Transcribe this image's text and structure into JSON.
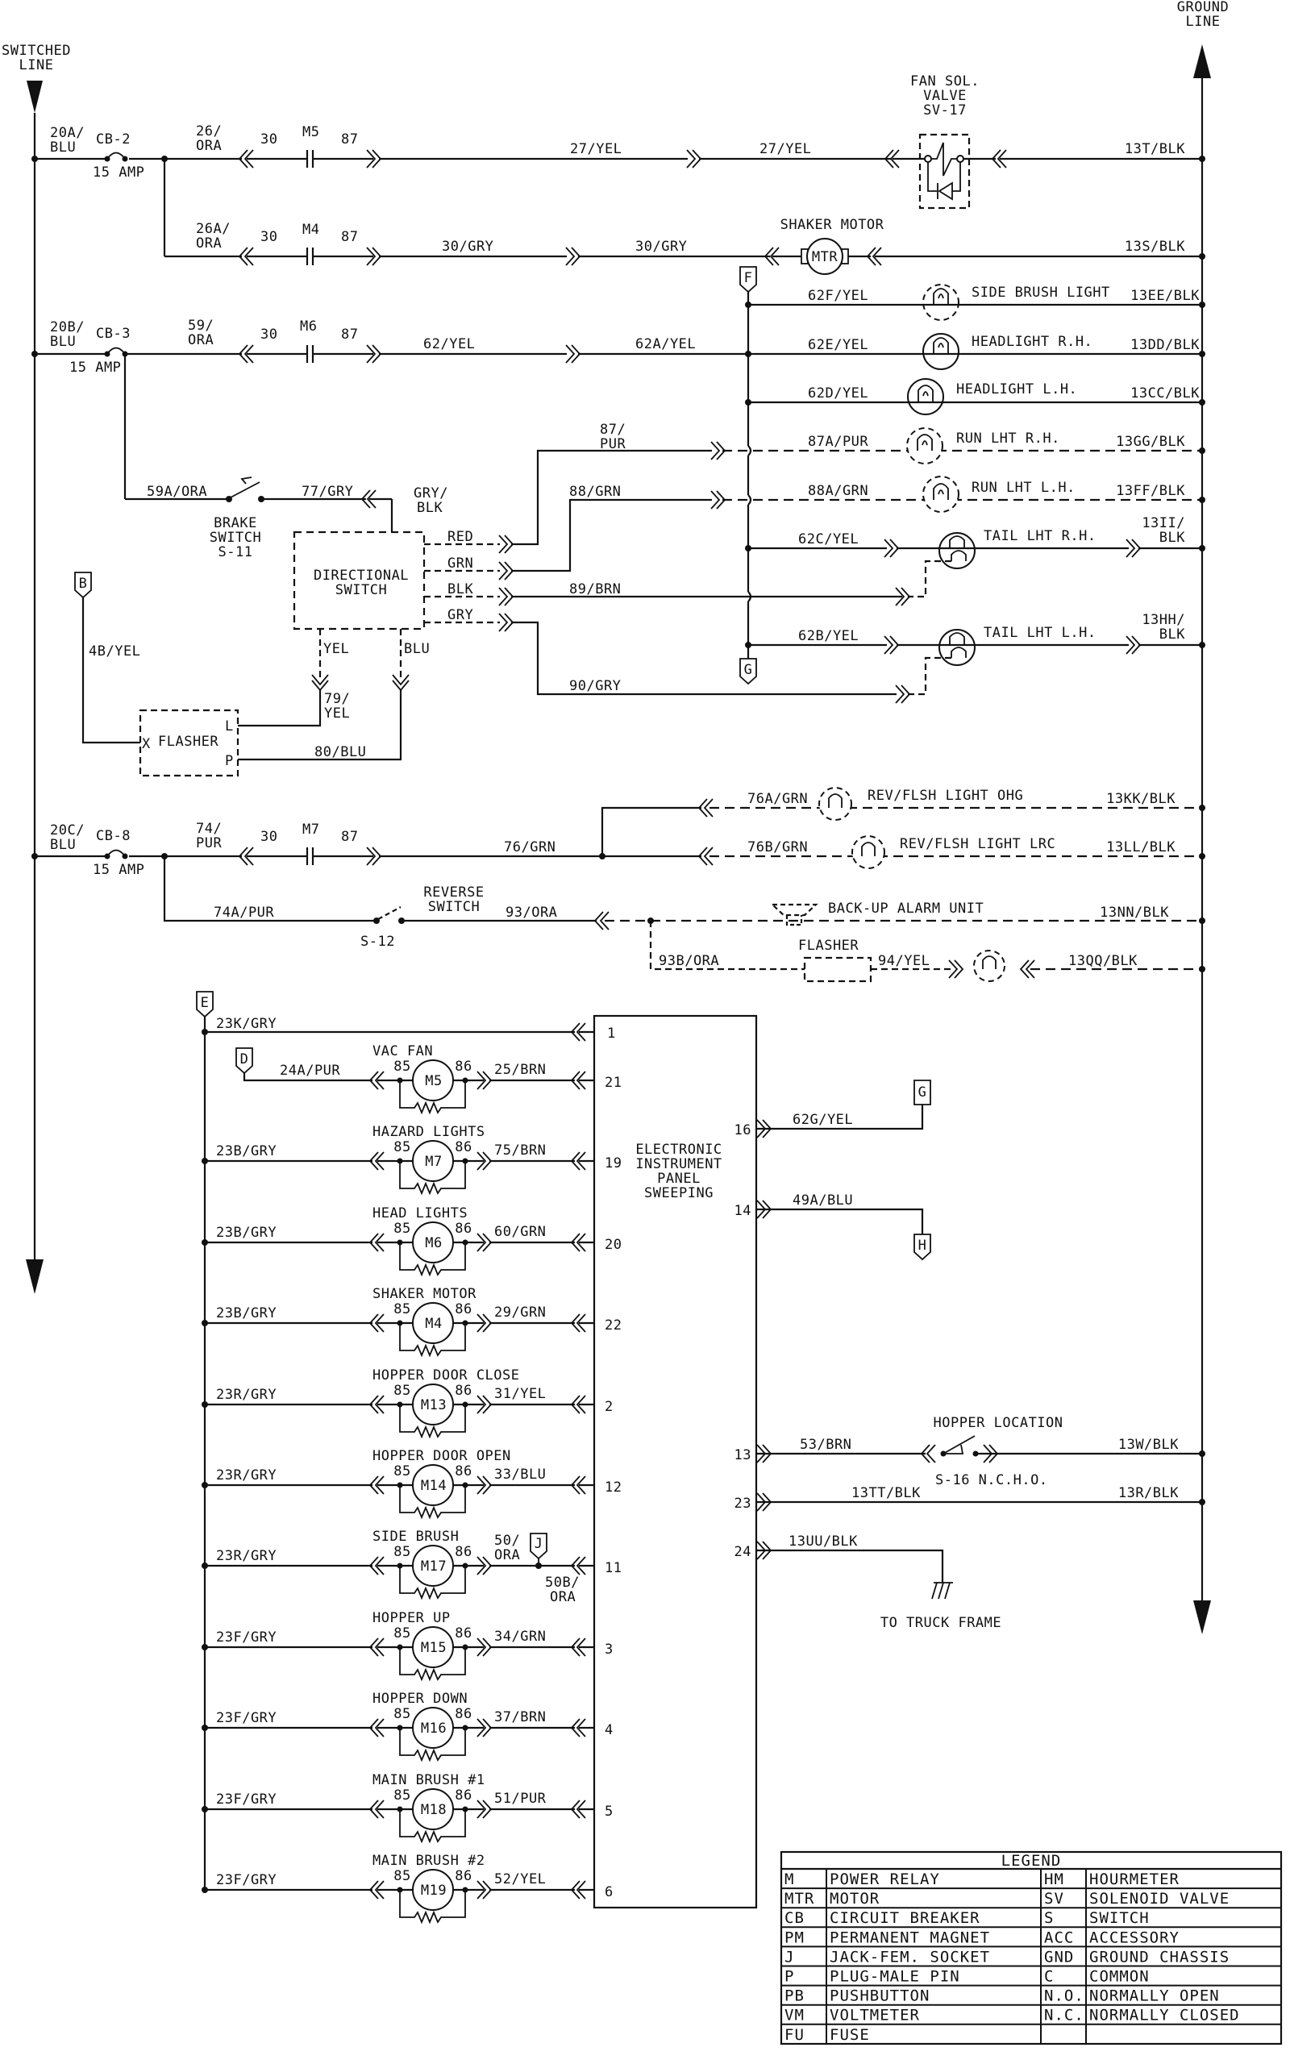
{
  "rails": {
    "switched_line": [
      "SWITCHED",
      "LINE"
    ],
    "ground_line": [
      "GROUND",
      "LINE"
    ]
  },
  "circuit_breakers": [
    {
      "id": "CB-2",
      "rating": "15 AMP",
      "wire_in": [
        "20A/",
        "BLU"
      ]
    },
    {
      "id": "CB-3",
      "rating": "15 AMP",
      "wire_in": [
        "20B/",
        "BLU"
      ]
    },
    {
      "id": "CB-8",
      "rating": "15 AMP",
      "wire_in": [
        "20C/",
        "BLU"
      ]
    }
  ],
  "relay_contacts": [
    {
      "relay": "M5",
      "pin_in": "30",
      "pin_out": "87",
      "wire_in": [
        "26/",
        "ORA"
      ]
    },
    {
      "relay": "M4",
      "pin_in": "30",
      "pin_out": "87",
      "wire_in": [
        "26A/",
        "ORA"
      ]
    },
    {
      "relay": "M6",
      "pin_in": "30",
      "pin_out": "87",
      "wire_in": [
        "59/",
        "ORA"
      ]
    },
    {
      "relay": "M7",
      "pin_in": "30",
      "pin_out": "87",
      "wire_in": [
        "74/",
        "PUR"
      ]
    }
  ],
  "upper": {
    "fan_valve": {
      "label": [
        "FAN SOL.",
        "VALVE",
        "SV-17"
      ],
      "wire_a": "27/YEL",
      "wire_b": "27/YEL",
      "ground": "13T/BLK"
    },
    "shaker_motor": {
      "label": "SHAKER MOTOR",
      "symbol": "MTR",
      "wire_a": "30/GRY",
      "wire_b": "30/GRY",
      "ground": "13S/BLK"
    },
    "wire_62": "62/YEL",
    "wire_62a": "62A/YEL",
    "lights": [
      {
        "wire": "62F/YEL",
        "label": "SIDE BRUSH LIGHT",
        "ground": "13EE/BLK"
      },
      {
        "wire": "62E/YEL",
        "label": "HEADLIGHT R.H.",
        "ground": "13DD/BLK"
      },
      {
        "wire": "62D/YEL",
        "label": "HEADLIGHT L.H.",
        "ground": "13CC/BLK"
      },
      {
        "wire": "87A/PUR",
        "label": "RUN LHT R.H.",
        "ground": "13GG/BLK"
      },
      {
        "wire": "88A/GRN",
        "label": "RUN LHT L.H.",
        "ground": "13FF/BLK"
      },
      {
        "wire": "62C/YEL",
        "label": "TAIL LHT R.H.",
        "ground": [
          "13II/",
          "BLK"
        ]
      },
      {
        "wire": "62B/YEL",
        "label": "TAIL LHT L.H.",
        "ground": [
          "13HH/",
          "BLK"
        ]
      }
    ],
    "markers": {
      "b": "B",
      "f": "F",
      "g": "G"
    }
  },
  "brake": {
    "wire_in": "59A/ORA",
    "label": [
      "BRAKE",
      "SWITCH",
      "S-11"
    ],
    "wire_out": "77/GRY",
    "wire_gry_blk": [
      "GRY/",
      "BLK"
    ]
  },
  "directional_switch": {
    "label": [
      "DIRECTIONAL",
      "SWITCH"
    ],
    "outputs": [
      "RED",
      "GRN",
      "BLK",
      "GRY"
    ],
    "bottom_outputs": [
      "YEL",
      "BLU"
    ],
    "wires": {
      "red": [
        "87/",
        "PUR"
      ],
      "grn": "88/GRN",
      "blk": "89/BRN",
      "gry": "90/GRY",
      "yel": [
        "79/",
        "YEL"
      ],
      "blu": "80/BLU"
    }
  },
  "flasher_left": {
    "label": "FLASHER",
    "pins": {
      "x": "X",
      "l": "L",
      "p": "P"
    },
    "wire_b": "4B/YEL"
  },
  "reverse": {
    "wire_76": "76/GRN",
    "lights": [
      {
        "wire": "76A/GRN",
        "label": "REV/FLSH LIGHT OHG",
        "ground": "13KK/BLK"
      },
      {
        "wire": "76B/GRN",
        "label": "REV/FLSH LIGHT LRC",
        "ground": "13LL/BLK"
      }
    ],
    "switch_wire_in": "74A/PUR",
    "switch_label": [
      "REVERSE",
      "SWITCH"
    ],
    "switch_id": "S-12",
    "wire_93": "93/ORA",
    "alarm": {
      "label": "BACK-UP ALARM UNIT",
      "ground": "13NN/BLK"
    },
    "flasher": {
      "label": "FLASHER",
      "wire_in": "93B/ORA",
      "wire_out": "94/YEL",
      "ground": "13QQ/BLK"
    }
  },
  "eip": {
    "label": [
      "ELECTRONIC",
      "INSTRUMENT",
      "PANEL",
      "SWEEPING"
    ],
    "marker_e": "E",
    "marker_d": "D",
    "marker_j": "J",
    "marker_g": "G",
    "marker_h": "H",
    "top_wire": {
      "wire": "23K/GRY",
      "pin": "1"
    },
    "relays": [
      {
        "title": "VAC FAN",
        "id": "M5",
        "in_wire": "24A/PUR",
        "out_wire": "25/BRN",
        "pin": "21",
        "p85": "85",
        "p86": "86"
      },
      {
        "title": "HAZARD LIGHTS",
        "id": "M7",
        "in_wire": "23B/GRY",
        "out_wire": "75/BRN",
        "pin": "19",
        "p85": "85",
        "p86": "86"
      },
      {
        "title": "HEAD LIGHTS",
        "id": "M6",
        "in_wire": "23B/GRY",
        "out_wire": "60/GRN",
        "pin": "20",
        "p85": "85",
        "p86": "86"
      },
      {
        "title": "SHAKER MOTOR",
        "id": "M4",
        "in_wire": "23B/GRY",
        "out_wire": "29/GRN",
        "pin": "22",
        "p85": "85",
        "p86": "86"
      },
      {
        "title": "HOPPER DOOR CLOSE",
        "id": "M13",
        "in_wire": "23R/GRY",
        "out_wire": "31/YEL",
        "pin": "2",
        "p85": "85",
        "p86": "86"
      },
      {
        "title": "HOPPER DOOR OPEN",
        "id": "M14",
        "in_wire": "23R/GRY",
        "out_wire": "33/BLU",
        "pin": "12",
        "p85": "85",
        "p86": "86"
      },
      {
        "title": "SIDE BRUSH",
        "id": "M17",
        "in_wire": "23R/GRY",
        "out_wire": [
          "50/",
          "ORA"
        ],
        "out_wire_b": [
          "50B/",
          "ORA"
        ],
        "pin": "11",
        "p85": "85",
        "p86": "86"
      },
      {
        "title": "HOPPER UP",
        "id": "M15",
        "in_wire": "23F/GRY",
        "out_wire": "34/GRN",
        "pin": "3",
        "p85": "85",
        "p86": "86"
      },
      {
        "title": "HOPPER DOWN",
        "id": "M16",
        "in_wire": "23F/GRY",
        "out_wire": "37/BRN",
        "pin": "4",
        "p85": "85",
        "p86": "86"
      },
      {
        "title": "MAIN BRUSH #1",
        "id": "M18",
        "in_wire": "23F/GRY",
        "out_wire": "51/PUR",
        "pin": "5",
        "p85": "85",
        "p86": "86"
      },
      {
        "title": "MAIN BRUSH #2",
        "id": "M19",
        "in_wire": "23F/GRY",
        "out_wire": "52/YEL",
        "pin": "6",
        "p85": "85",
        "p86": "86"
      }
    ],
    "right_pins": [
      {
        "pin": "16",
        "wire": "62G/YEL"
      },
      {
        "pin": "14",
        "wire": "49A/BLU"
      },
      {
        "pin": "13",
        "wire": "53/BRN",
        "ground": "13W/BLK"
      },
      {
        "pin": "23",
        "wire": "13TT/BLK",
        "ground": "13R/BLK"
      },
      {
        "pin": "24",
        "wire": "13UU/BLK"
      }
    ],
    "hopper_switch": {
      "label": "HOPPER LOCATION",
      "id": "S-16 N.C.H.O."
    },
    "truck_frame": "TO TRUCK FRAME"
  },
  "legend": {
    "title": "LEGEND",
    "rows": [
      [
        "M",
        "POWER RELAY",
        "HM",
        "HOURMETER"
      ],
      [
        "MTR",
        "MOTOR",
        "SV",
        "SOLENOID VALVE"
      ],
      [
        "CB",
        "CIRCUIT BREAKER",
        "S",
        "SWITCH"
      ],
      [
        "PM",
        "PERMANENT MAGNET",
        "ACC",
        "ACCESSORY"
      ],
      [
        "J",
        "JACK-FEM. SOCKET",
        "GND",
        "GROUND CHASSIS"
      ],
      [
        "P",
        "PLUG-MALE PIN",
        "C",
        "COMMON"
      ],
      [
        "PB",
        "PUSHBUTTON",
        "N.O.",
        "NORMALLY OPEN"
      ],
      [
        "VM",
        "VOLTMETER",
        "N.C.",
        "NORMALLY CLOSED"
      ],
      [
        "FU",
        "FUSE",
        "",
        ""
      ]
    ]
  }
}
